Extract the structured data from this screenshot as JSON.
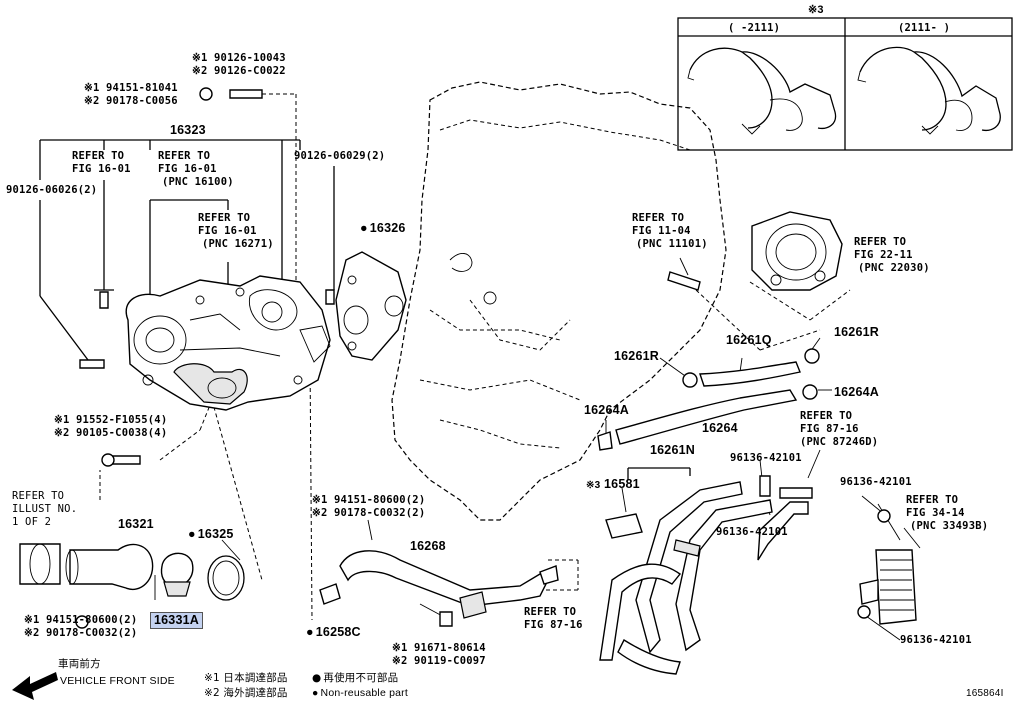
{
  "labels": {
    "note3_header": "※3",
    "note3_left": "(     -2111)",
    "note3_right": "(2111-     )",
    "l_90126_10043": "※1 90126-10043",
    "l_90126_c0022": "※2 90126-C0022",
    "l_94151_81041": "※1 94151-81041",
    "l_90178_c0056": "※2 90178-C0056",
    "l_16323": "16323",
    "refer_16_01_a_1": "REFER TO",
    "refer_16_01_a_2": "FIG 16-01",
    "refer_16_01_b_1": "REFER TO",
    "refer_16_01_b_2": "FIG 16-01",
    "refer_16_01_b_3": "(PNC 16100)",
    "l_90126_06026": "90126-06026(2)",
    "l_90126_06029": "90126-06029(2)",
    "refer_16_01_c_1": "REFER TO",
    "refer_16_01_c_2": "FIG 16-01",
    "refer_16_01_c_3": "(PNC 16271)",
    "l_16326": "16326",
    "refer_11_04_1": "REFER TO",
    "refer_11_04_2": "FIG 11-04",
    "refer_11_04_3": "(PNC 11101)",
    "refer_22_11_1": "REFER TO",
    "refer_22_11_2": "FIG 22-11",
    "refer_22_11_3": "(PNC 22030)",
    "l_16261q": "16261Q",
    "l_16261r_right": "16261R",
    "l_16261r_left": "16261R",
    "l_16264a_right": "16264A",
    "l_16264a_left": "16264A",
    "l_16264": "16264",
    "refer_87_16_a_1": "REFER TO",
    "refer_87_16_a_2": "FIG 87-16",
    "refer_87_16_a_3": "(PNC 87246D)",
    "l_91552": "※1 91552-F1055(4)",
    "l_90105": "※2 90105-C0038(4)",
    "l_16261n": "16261N",
    "l_96136_top": "96136-42101",
    "l_96136_right": "96136-42101",
    "l_96136_mid": "96136-42101",
    "l_96136_bottom": "96136-42101",
    "l_16581": "16581",
    "l_16581_prefix": "※3",
    "refer_34_14_1": "REFER TO",
    "refer_34_14_2": "FIG 34-14",
    "refer_34_14_3": "(PNC 33493B)",
    "refer_illust_1": "REFER TO",
    "refer_illust_2": "ILLUST NO.",
    "refer_illust_3": "1 OF 2",
    "l_16321": "16321",
    "l_16325": "16325",
    "l_94151_80600_left": "※1 94151-80600(2)",
    "l_90178_c0032_left": "※2 90178-C0032(2)",
    "l_16331a": "16331A",
    "l_94151_80600_mid": "※1 94151-80600(2)",
    "l_90178_c0032_mid": "※2 90178-C0032(2)",
    "l_16268": "16268",
    "l_16258c": "16258C",
    "refer_87_16_b_1": "REFER TO",
    "refer_87_16_b_2": "FIG 87-16",
    "l_91671": "※1 91671-80614",
    "l_90119": "※2 90119-C0097",
    "front_jp": "車両前方",
    "front_en": "VEHICLE FRONT SIDE",
    "legend_1": "※1 日本調達部品",
    "legend_2": "※2 海外調達部品",
    "legend_3": "再使用不可部品",
    "legend_4": "Non-reusable part",
    "diagram_id": "165864I"
  },
  "colors": {
    "highlight": "#c4d2f0",
    "line": "#000000"
  }
}
